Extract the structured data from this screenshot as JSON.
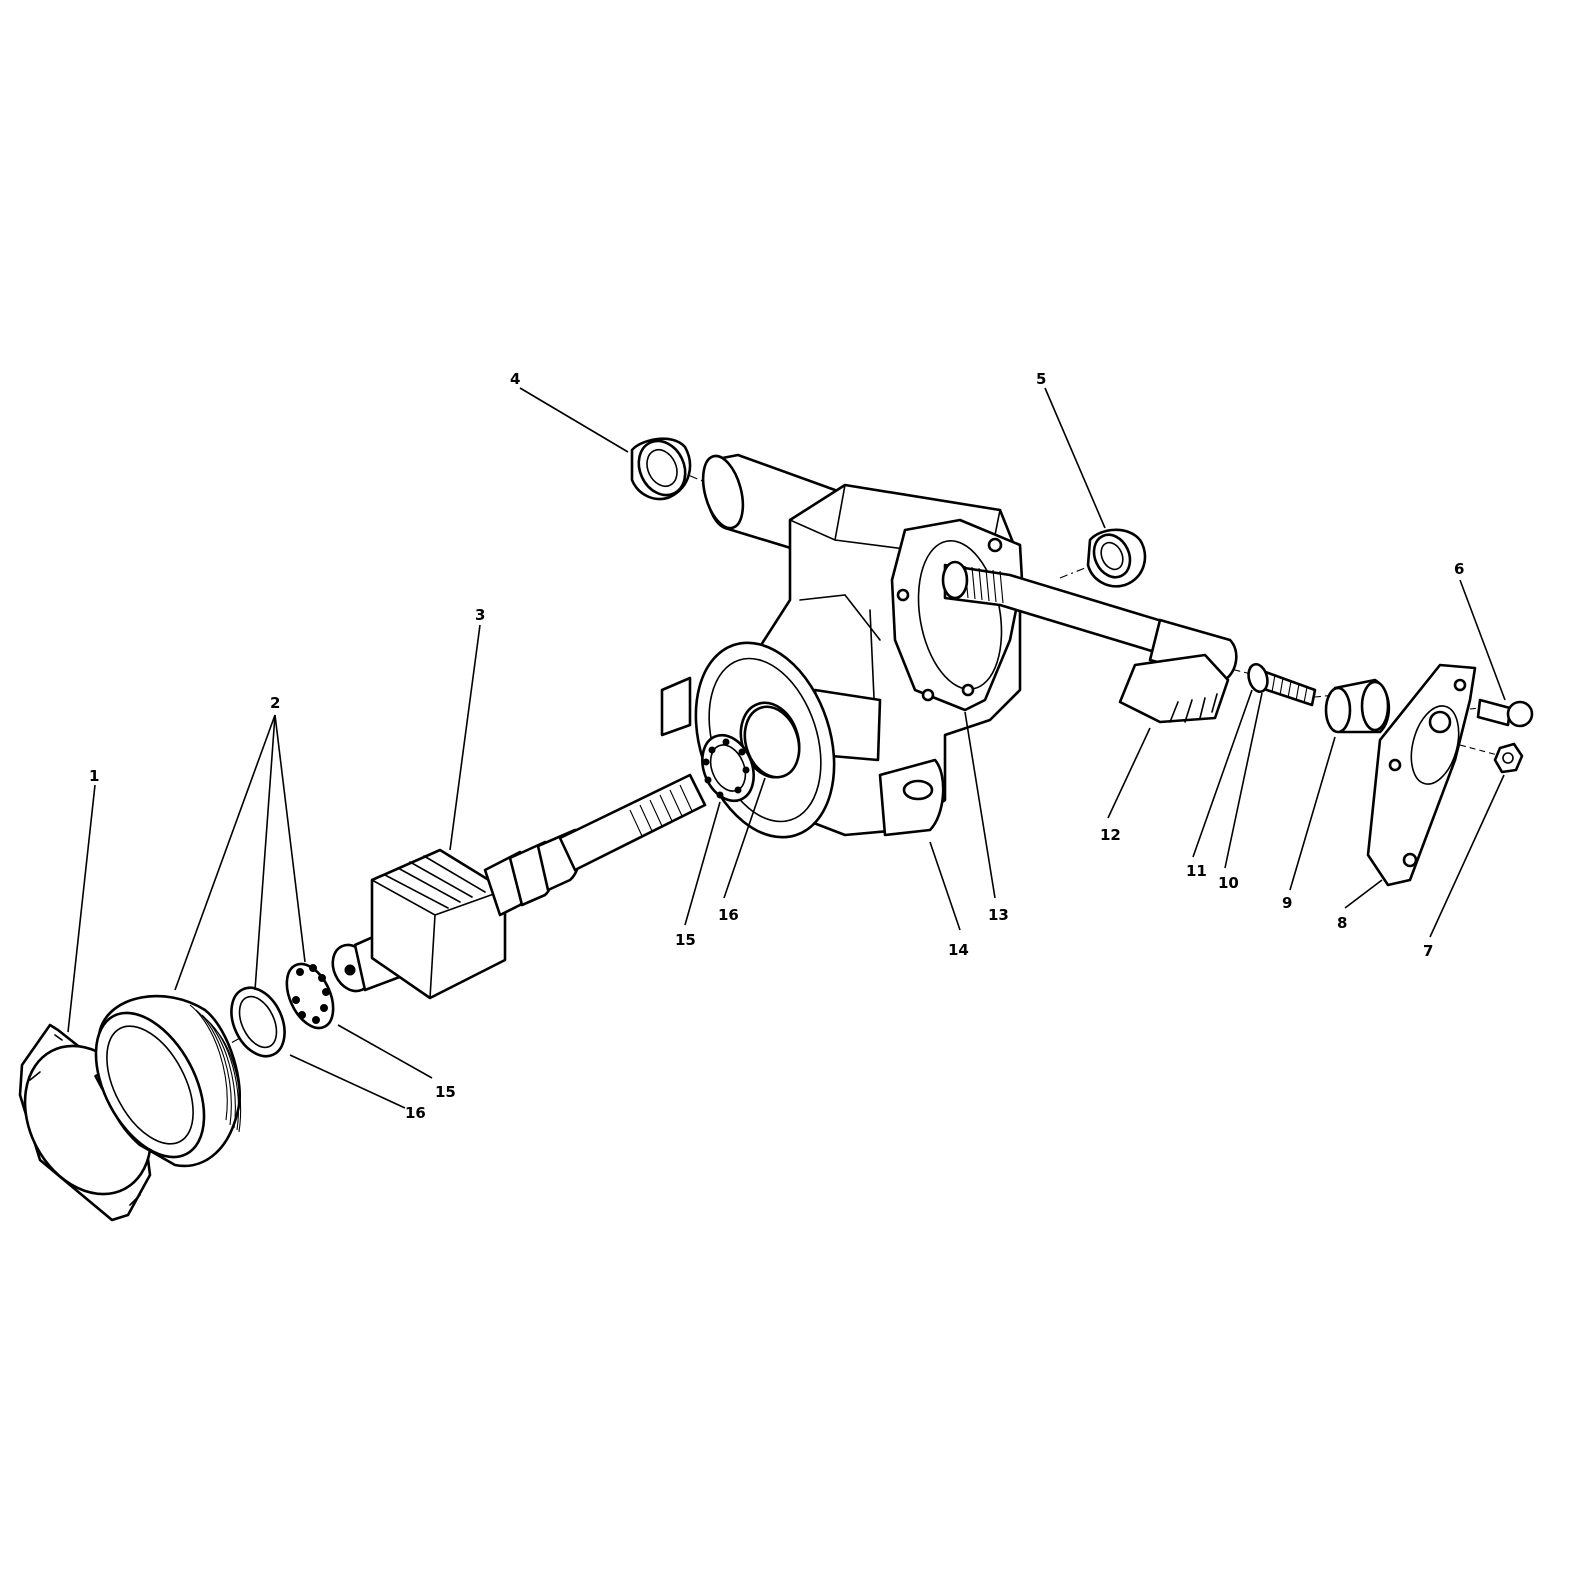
{
  "diagram": {
    "parts": [
      {
        "id": "part-1",
        "label": "1"
      },
      {
        "id": "part-2",
        "label": "2"
      },
      {
        "id": "part-3",
        "label": "3"
      },
      {
        "id": "part-4",
        "label": "4"
      },
      {
        "id": "part-5",
        "label": "5"
      },
      {
        "id": "part-6",
        "label": "6"
      },
      {
        "id": "part-7",
        "label": "7"
      },
      {
        "id": "part-8",
        "label": "8"
      },
      {
        "id": "part-9",
        "label": "9"
      },
      {
        "id": "part-10",
        "label": "10"
      },
      {
        "id": "part-11",
        "label": "11"
      },
      {
        "id": "part-12",
        "label": "12"
      },
      {
        "id": "part-13",
        "label": "13"
      },
      {
        "id": "part-14",
        "label": "14"
      },
      {
        "id": "part-15-left",
        "label": "15"
      },
      {
        "id": "part-15-right",
        "label": "15"
      },
      {
        "id": "part-16-left",
        "label": "16"
      },
      {
        "id": "part-16-right",
        "label": "16"
      }
    ]
  }
}
